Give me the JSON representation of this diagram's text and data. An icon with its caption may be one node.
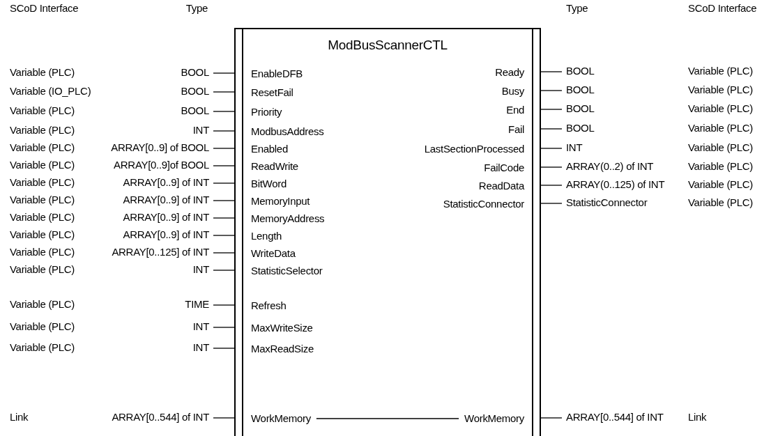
{
  "diagram": {
    "nodes": [
      {
        "text": [
          "ModBusScannerCTL"
        ]
      },
      {
        "text": [
          "EnableDFB"
        ],
        "in": 0
      },
      {
        "text": [
          "ResetFail"
        ],
        "in": 0
      },
      {
        "text": [
          "Priority"
        ],
        "in": 0
      },
      {
        "text": [
          "ModbusAddress"
        ],
        "in": 0
      },
      {
        "text": [
          "Enabled"
        ],
        "in": 0
      },
      {
        "text": [
          "ReadWrite"
        ],
        "in": 0
      },
      {
        "text": [
          "BitWord"
        ],
        "in": 0
      },
      {
        "text": [
          "MemoryInput"
        ],
        "in": 0
      },
      {
        "text": [
          "MemoryAddress"
        ],
        "in": 0
      },
      {
        "text": [
          "Length"
        ],
        "in": 0
      },
      {
        "text": [
          "WriteData"
        ],
        "in": 0
      },
      {
        "text": [
          "StatisticSelector"
        ],
        "in": 0
      },
      {
        "text": [
          "Refresh"
        ],
        "in": 0
      },
      {
        "text": [
          "MaxWriteSize"
        ],
        "in": 0
      },
      {
        "text": [
          "MaxReadSize"
        ],
        "in": 0
      },
      {
        "text": [
          "WorkMemory"
        ],
        "in": 0
      },
      {
        "text": [
          "Ready"
        ],
        "in": 0
      },
      {
        "text": [
          "Busy"
        ],
        "in": 0
      },
      {
        "text": [
          "End"
        ],
        "in": 0
      },
      {
        "text": [
          "Fail"
        ],
        "in": 0
      },
      {
        "text": [
          "LastSectionProcessed"
        ],
        "in": 0
      },
      {
        "text": [
          "FailCode"
        ],
        "in": 0
      },
      {
        "text": [
          "ReadData"
        ],
        "in": 0
      },
      {
        "text": [
          "StatisticConnector"
        ],
        "in": 0
      },
      {
        "text": [
          "WorkMemory"
        ],
        "in": 0
      },
      {
        "text": [
          "BOOL"
        ]
      },
      {
        "text": [
          "BOOL"
        ]
      },
      {
        "text": [
          "BOOL"
        ]
      },
      {
        "text": [
          "INT"
        ]
      },
      {
        "text": [
          "ARRAY[0..9] of BOOL"
        ]
      },
      {
        "text": [
          "ARRAY[0..9]of BOOL"
        ]
      },
      {
        "text": [
          "ARRAY[0..9] of INT"
        ]
      },
      {
        "text": [
          "ARRAY[0..9] of INT"
        ]
      },
      {
        "text": [
          "ARRAY[0..9] of INT"
        ]
      },
      {
        "text": [
          "ARRAY[0..9] of INT"
        ]
      },
      {
        "text": [
          "ARRAY[0..125] of INT"
        ]
      },
      {
        "text": [
          "INT"
        ]
      },
      {
        "text": [
          "TIME"
        ]
      },
      {
        "text": [
          "INT"
        ]
      },
      {
        "text": [
          "INT"
        ]
      },
      {
        "text": [
          "ARRAY[0..544] of INT"
        ]
      },
      {
        "text": [
          "BOOL"
        ]
      },
      {
        "text": [
          "BOOL"
        ]
      },
      {
        "text": [
          "BOOL"
        ]
      },
      {
        "text": [
          "BOOL"
        ]
      },
      {
        "text": [
          "INT"
        ]
      },
      {
        "text": [
          "ARRAY(0..2) of INT"
        ]
      },
      {
        "text": [
          "ARRAY(0..125) of INT"
        ]
      },
      {
        "text": [
          "StatisticConnector"
        ]
      },
      {
        "text": [
          "ARRAY[0..544] of INT"
        ]
      }
    ],
    "edges": [
      {
        "from": 26,
        "to": 1,
        "arrow": "none"
      },
      {
        "from": 27,
        "to": 2,
        "arrow": "none"
      },
      {
        "from": 28,
        "to": 3,
        "arrow": "none"
      },
      {
        "from": 29,
        "to": 4,
        "arrow": "none"
      },
      {
        "from": 30,
        "to": 5,
        "arrow": "none"
      },
      {
        "from": 31,
        "to": 6,
        "arrow": "none"
      },
      {
        "from": 32,
        "to": 7,
        "arrow": "none"
      },
      {
        "from": 33,
        "to": 8,
        "arrow": "none"
      },
      {
        "from": 34,
        "to": 9,
        "arrow": "none"
      },
      {
        "from": 35,
        "to": 10,
        "arrow": "none"
      },
      {
        "from": 36,
        "to": 11,
        "arrow": "none"
      },
      {
        "from": 37,
        "to": 12,
        "arrow": "none"
      },
      {
        "from": 38,
        "to": 13,
        "arrow": "none"
      },
      {
        "from": 39,
        "to": 14,
        "arrow": "none"
      },
      {
        "from": 40,
        "to": 15,
        "arrow": "none"
      },
      {
        "from": 41,
        "to": 16,
        "arrow": "none"
      },
      {
        "from": 17,
        "to": 42,
        "arrow": "none"
      },
      {
        "from": 18,
        "to": 43,
        "arrow": "none"
      },
      {
        "from": 19,
        "to": 44,
        "arrow": "none"
      },
      {
        "from": 20,
        "to": 45,
        "arrow": "none"
      },
      {
        "from": 21,
        "to": 46,
        "arrow": "none"
      },
      {
        "from": 22,
        "to": 47,
        "arrow": "none"
      },
      {
        "from": 23,
        "to": 48,
        "arrow": "none"
      },
      {
        "from": 24,
        "to": 49,
        "arrow": "none"
      },
      {
        "from": 25,
        "to": 50,
        "arrow": "none"
      },
      {
        "from": 16,
        "to": 25,
        "arrow": "none"
      }
    ],
    "labels": [
      "SCoD Interface",
      "Type",
      "Type",
      "SCoD Interface",
      "Variable (PLC)",
      "Variable (IO_PLC)",
      "Variable (PLC)",
      "Variable (PLC)",
      "Variable (PLC)",
      "Variable (PLC)",
      "Variable (PLC)",
      "Variable (PLC)",
      "Variable (PLC)",
      "Variable (PLC)",
      "Variable (PLC)",
      "Variable (PLC)",
      "Variable (PLC)",
      "Variable (PLC)",
      "Variable (PLC)",
      "Link",
      "Variable (PLC)",
      "Variable (PLC)",
      "Variable (PLC)",
      "Variable (PLC)",
      "Variable (PLC)",
      "Variable (PLC)",
      "Variable (PLC)",
      "Variable (PLC)",
      "Link"
    ]
  }
}
